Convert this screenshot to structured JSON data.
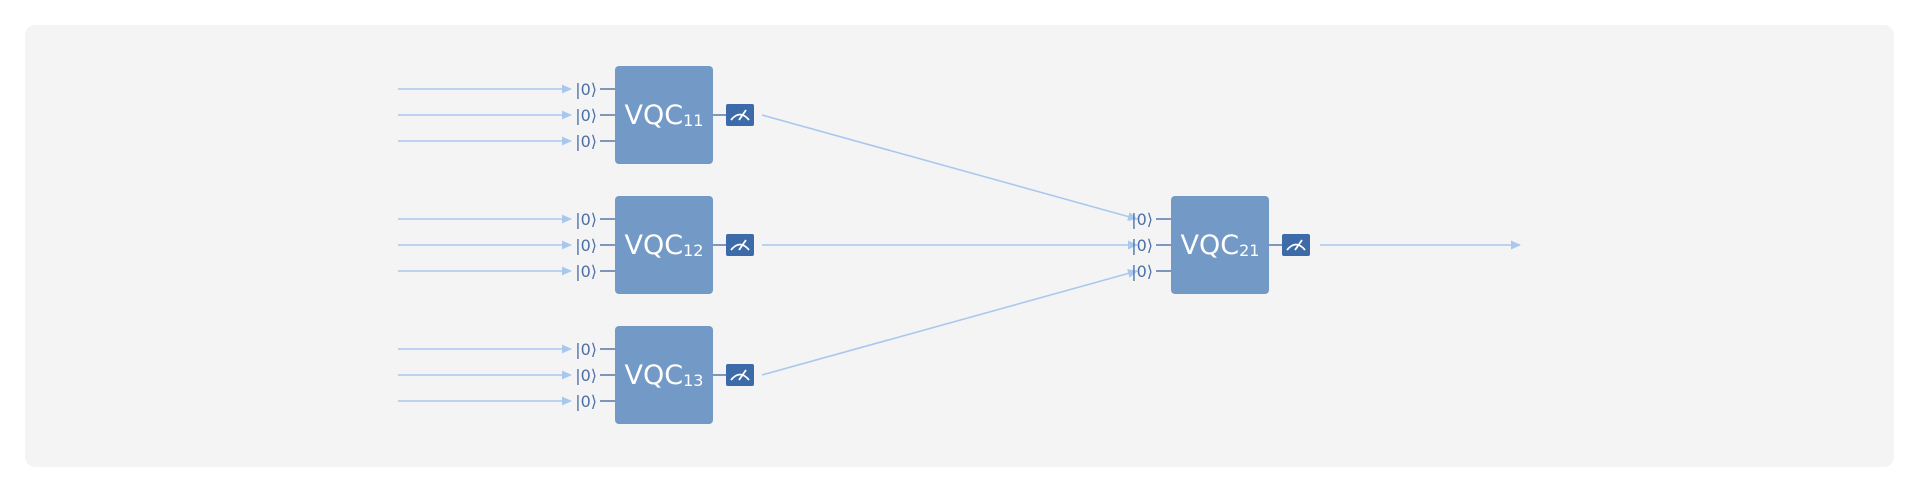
{
  "diagram": {
    "ket_label": "|0⟩",
    "colors": {
      "panel": "#f4f4f4",
      "box": "#7399c6",
      "meter": "#3d6aa8",
      "arrow": "#a9c8ee",
      "ket": "#4a6fa8"
    },
    "layer1": [
      {
        "name": "VQC",
        "sub": "11"
      },
      {
        "name": "VQC",
        "sub": "12"
      },
      {
        "name": "VQC",
        "sub": "13"
      }
    ],
    "layer2": [
      {
        "name": "VQC",
        "sub": "21"
      }
    ]
  }
}
